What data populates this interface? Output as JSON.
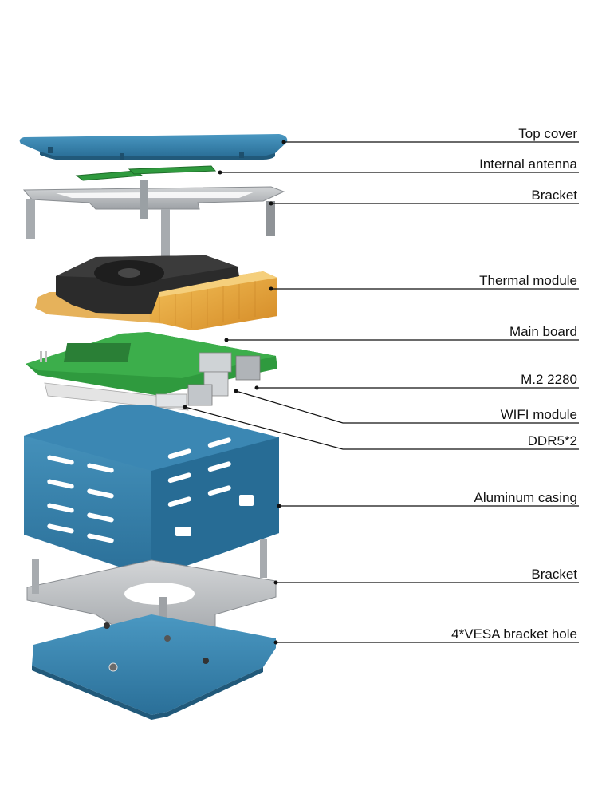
{
  "labels": {
    "top_cover": "Top cover",
    "internal_antenna": "Internal antenna",
    "bracket_top": "Bracket",
    "thermal_module": "Thermal module",
    "main_board": "Main board",
    "m2_2280": "M.2 2280",
    "wifi_module": "WIFI module",
    "ddr5": "DDR5*2",
    "aluminum_casing": "Aluminum casing",
    "bracket_bottom": "Bracket",
    "vesa_hole": "4*VESA bracket hole"
  },
  "colors": {
    "casing_blue": "#2f7ea9",
    "bracket_gray": "#b9bcbf",
    "board_green": "#2f9a3e",
    "heatsink_orange": "#e8a43a",
    "fan_black": "#2b2b2b",
    "leader_line": "#111111"
  }
}
